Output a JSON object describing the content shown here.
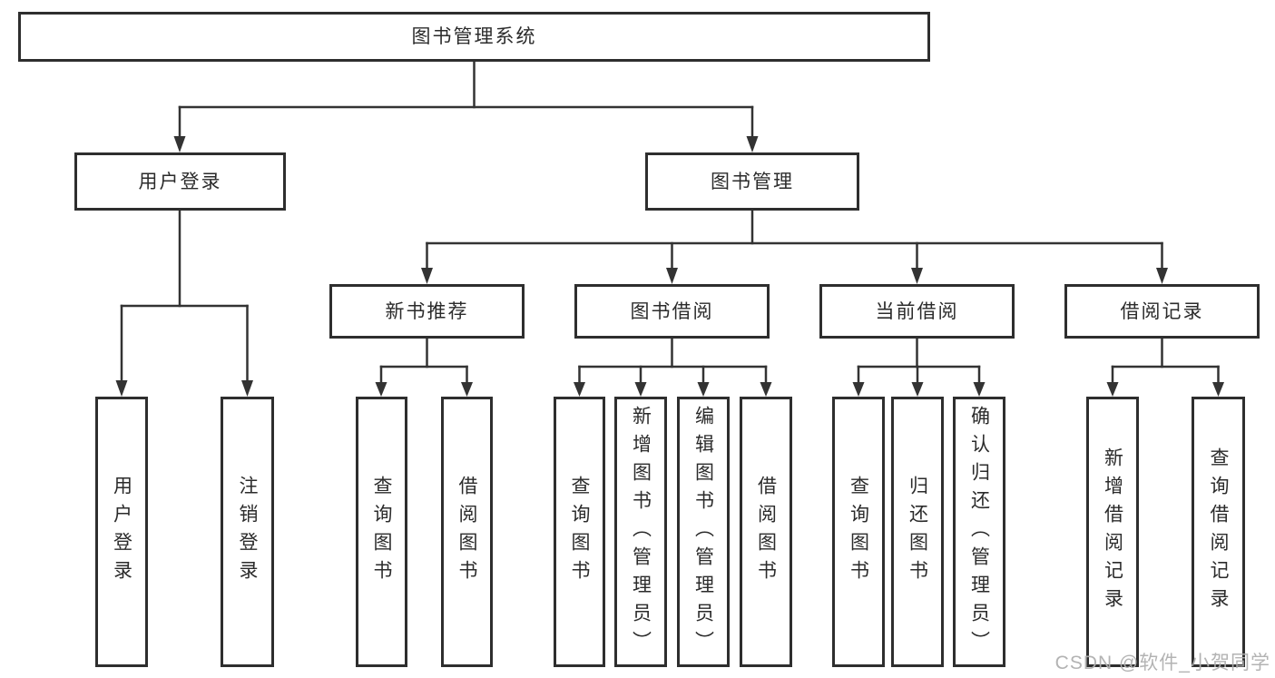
{
  "diagram": {
    "root": {
      "label": "图书管理系统"
    },
    "branches": [
      {
        "label": "用户登录",
        "children": [
          {
            "label": "用户登录"
          },
          {
            "label": "注销登录"
          }
        ]
      },
      {
        "label": "图书管理",
        "children": [
          {
            "label": "新书推荐",
            "children": [
              {
                "label": "查询图书"
              },
              {
                "label": "借阅图书"
              }
            ]
          },
          {
            "label": "图书借阅",
            "children": [
              {
                "label": "查询图书"
              },
              {
                "label": "新增图书（管理员）"
              },
              {
                "label": "编辑图书（管理员）"
              },
              {
                "label": "借阅图书"
              }
            ]
          },
          {
            "label": "当前借阅",
            "children": [
              {
                "label": "查询图书"
              },
              {
                "label": "归还图书"
              },
              {
                "label": "确认归还（管理员）"
              }
            ]
          },
          {
            "label": "借阅记录",
            "children": [
              {
                "label": "新增借阅记录"
              },
              {
                "label": "查询借阅记录"
              }
            ]
          }
        ]
      }
    ]
  },
  "watermark": {
    "text": "CSDN @软件_小贺同学"
  },
  "colors": {
    "background": "#ffffff",
    "box_border": "#2e2e2e",
    "line": "#333333",
    "text": "#2b2b2b",
    "watermark": "#afafaf"
  }
}
